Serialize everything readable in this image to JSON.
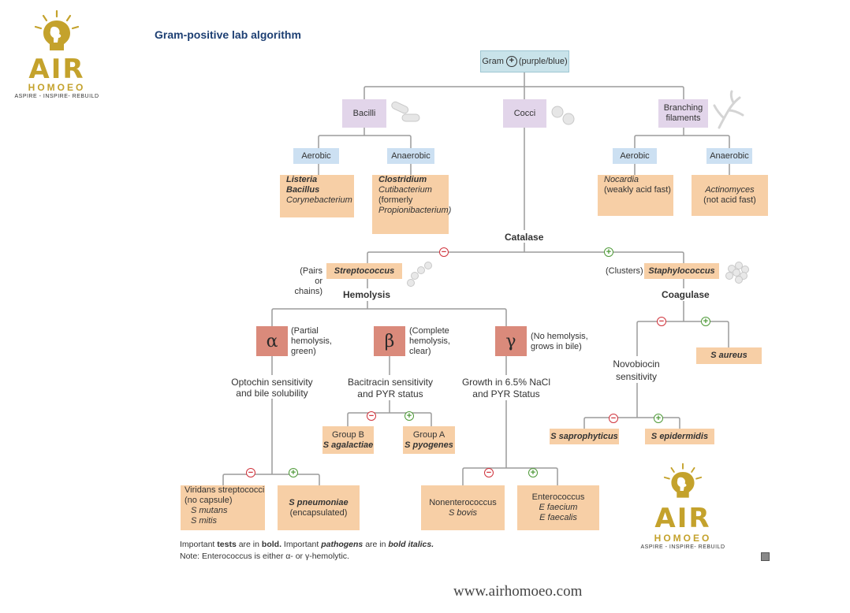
{
  "title": "Gram-positive lab algorithm",
  "logo": {
    "name": "AIR",
    "sub": "HOMOEO",
    "tagline": "ASPIRE - INSPIRE- REBUILD"
  },
  "root": {
    "gram": "Gram",
    "plus": "+",
    "rest": "(purple/blue)"
  },
  "level1": {
    "bacilli": "Bacilli",
    "cocci": "Cocci",
    "branching1": "Branching",
    "branching2": "filaments"
  },
  "bacilli": {
    "aerobic": "Aerobic",
    "anaerobic": "Anaerobic",
    "aerobic_l1": "Listeria",
    "aerobic_l2": "Bacillus",
    "aerobic_l3": "Corynebacterium",
    "anaerobic_l1": "Clostridium",
    "anaerobic_l2": "Cutibacterium",
    "anaerobic_l3": "(formerly",
    "anaerobic_l4": "Propionibacterium)"
  },
  "branching": {
    "aerobic": "Aerobic",
    "anaerobic": "Anaerobic",
    "nocardia_l1": "Nocardia",
    "nocardia_l2": "(weakly acid fast)",
    "actino_l1": "Actinomyces",
    "actino_l2": "(not acid fast)"
  },
  "catalase": {
    "label": "Catalase",
    "minus": "−",
    "plus": "+"
  },
  "strep": {
    "note1": "(Pairs or",
    "note2": "chains)",
    "name": "Streptococcus",
    "test": "Hemolysis"
  },
  "staph": {
    "note": "(Clusters)",
    "name": "Staphylococcus",
    "test": "Coagulase"
  },
  "alpha": {
    "symbol": "α",
    "n1": "(Partial",
    "n2": "hemolysis,",
    "n3": "green)",
    "t1": "Optochin sensitivity",
    "t2": "and bile solubility"
  },
  "beta": {
    "symbol": "β",
    "n1": "(Complete",
    "n2": "hemolysis,",
    "n3": "clear)",
    "t1": "Bacitracin sensitivity",
    "t2": "and PYR status"
  },
  "gamma": {
    "symbol": "γ",
    "n1": "(No hemolysis,",
    "n2": "grows in bile)",
    "t1": "Growth in 6.5% NaCl",
    "t2": "and PYR Status"
  },
  "groupB": {
    "l1": "Group B",
    "l2": "S agalactiae"
  },
  "groupA": {
    "l1": "Group A",
    "l2": "S pyogenes"
  },
  "viridans": {
    "l1": "Viridans streptococci",
    "l2": "(no capsule)",
    "l3": "S mutans",
    "l4": "S mitis"
  },
  "pneumo": {
    "l1": "S pneumoniae",
    "l2": "(encapsulated)"
  },
  "nonentero": {
    "l1": "Nonenterococcus",
    "l2": "S bovis"
  },
  "entero": {
    "l1": "Enterococcus",
    "l2": "E faecium",
    "l3": "E faecalis"
  },
  "saureus": "S aureus",
  "novobiocin": {
    "l1": "Novobiocin",
    "l2": "sensitivity"
  },
  "sapro": "S saprophyticus",
  "epi": "S epidermidis",
  "notes": {
    "a1": "Important ",
    "a2": "tests",
    "a3": " are in ",
    "a4": "bold.",
    "a5": " Important ",
    "a6": "pathogens",
    "a7": " are in ",
    "a8": "bold italics.",
    "b1": "Note: Enterococcus is either α- or γ-hemolytic."
  },
  "footer": "www.airhomoeo.com",
  "colors": {
    "gram": "#c9e3ea",
    "purple": "#e2d5ea",
    "blue": "#cce0f2",
    "orange": "#f7cfa6",
    "red": "#da8a7b",
    "line": "#9a9a9a",
    "gold": "#c4a22c",
    "minus": "#d0333c",
    "plus": "#4f9a39"
  }
}
